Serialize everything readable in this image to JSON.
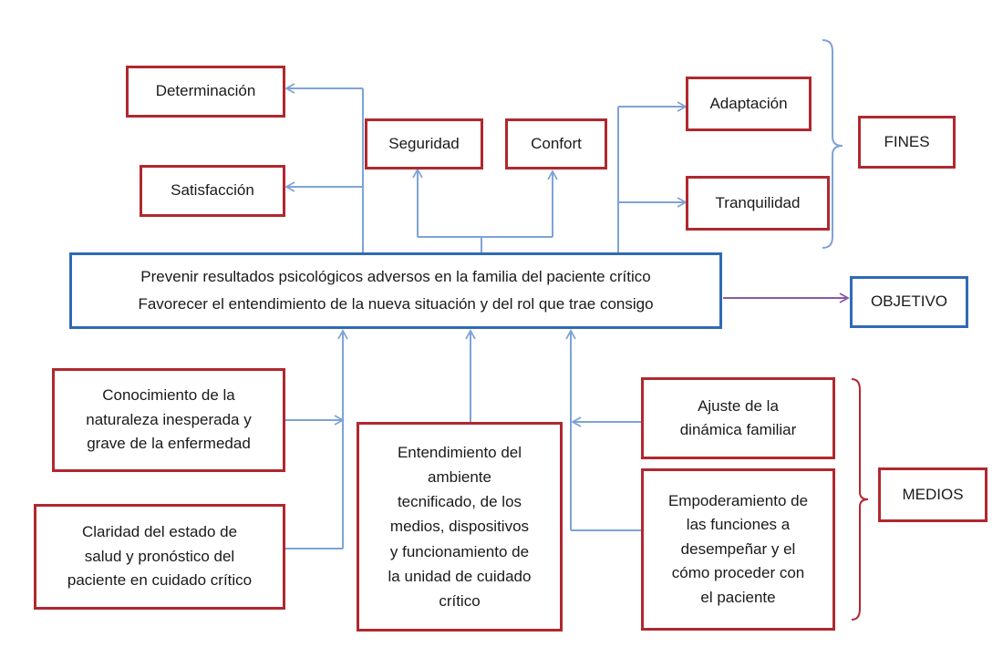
{
  "fines": {
    "determinacion": "Determinación",
    "satisfaccion": "Satisfacción",
    "seguridad": "Seguridad",
    "confort": "Confort",
    "adaptacion": "Adaptación",
    "tranquilidad": "Tranquilidad",
    "label": "FINES"
  },
  "objetivo": {
    "line1": "Prevenir resultados psicológicos adversos en la familia del paciente crítico",
    "line2": "Favorecer el entendimiento de la nueva situación y del rol que trae consigo",
    "label": "OBJETIVO"
  },
  "medios": {
    "conocimiento": "Conocimiento de la\nnaturaleza inesperada y\ngrave de la enfermedad",
    "claridad": "Claridad del estado de\nsalud y pronóstico del\npaciente en cuidado crítico",
    "entendimiento": "Entendimiento del\nambiente\ntecnificado, de los\nmedios, dispositivos\ny funcionamiento de\nla unidad de cuidado\ncrítico",
    "ajuste": "Ajuste de la\ndinámica familiar",
    "empoderamiento": "Empoderamiento de\nlas funciones a\ndesempeñar y el\ncómo proceder con\nel paciente",
    "label": "MEDIOS"
  },
  "colors": {
    "red_border": "#b0282f",
    "blue_border": "#2f6bb3",
    "connector": "#7ea3d6",
    "purple_arrow": "#8a5aa8"
  }
}
